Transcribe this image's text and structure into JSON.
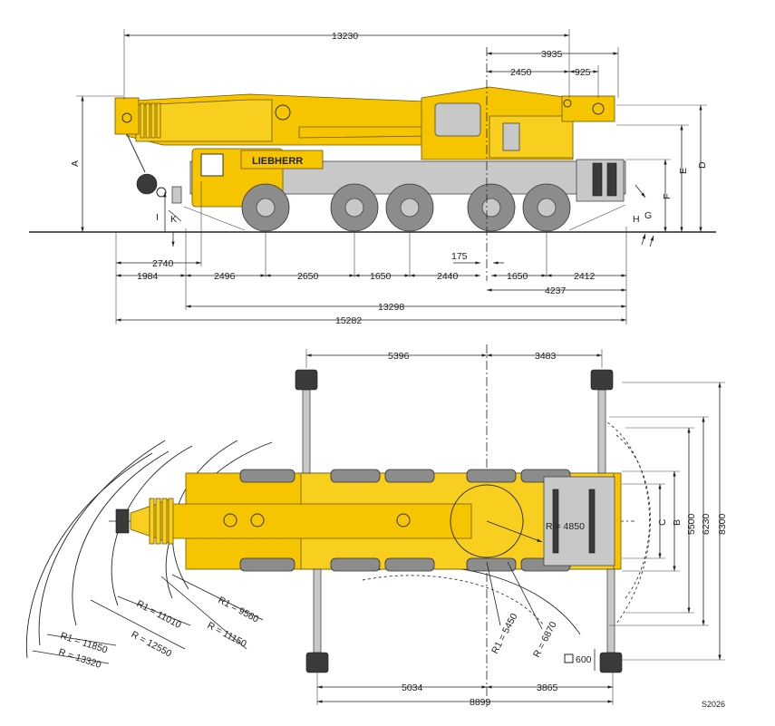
{
  "side_view": {
    "top_dims": {
      "overall": "13230",
      "rear": "3935",
      "mid": "2450",
      "small": "925"
    },
    "height_labels": {
      "A": "A",
      "D": "D",
      "E": "E",
      "F": "F",
      "I": "I",
      "K": "K",
      "H": "H",
      "G": "G"
    },
    "bottom_dims": {
      "d2740": "2740",
      "d1984": "1984",
      "d2496": "2496",
      "d2650": "2650",
      "d1650a": "1650",
      "d2440": "2440",
      "d175": "175",
      "d1650b": "1650",
      "d2412": "2412",
      "d4237": "4237",
      "d13298": "13298",
      "d15282": "15282"
    },
    "brand": "LIEBHERR"
  },
  "top_view": {
    "top_dims": {
      "left": "5396",
      "right": "3483"
    },
    "right_dims": {
      "C": "C",
      "B": "B",
      "d5500": "5500",
      "d6230": "6230",
      "d8300": "8300"
    },
    "radius": "R = 4850",
    "arcs": {
      "r1_9560": "R1 = 9560",
      "r1_11010": "R1 = 11010",
      "r_11150": "R = 11150",
      "r_12550": "R = 12550",
      "r1_11850": "R1 = 11850",
      "r_13320": "R = 13320",
      "r1_5450": "R1 = 5450",
      "r_6870": "R = 6870"
    },
    "pad": "600",
    "bottom_dims": {
      "left": "5034",
      "right": "3865",
      "total": "8899"
    }
  },
  "figure_code": "S2026",
  "colors": {
    "crane": "#f6c500",
    "tyre": "#8c8c8c",
    "line": "#222222"
  }
}
